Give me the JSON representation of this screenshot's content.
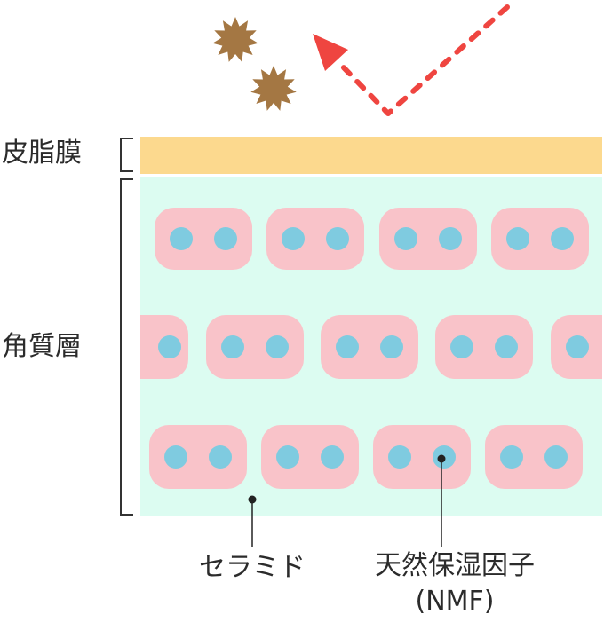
{
  "labels": {
    "sebum_film": "皮脂膜",
    "stratum_corneum": "角質層",
    "ceramide": "セラミド",
    "nmf_line1": "天然保湿因子",
    "nmf_line2": "(NMF)"
  },
  "colors": {
    "sebum": "#fcd98e",
    "corneum": "#dcfcf1",
    "cell": "#f9c3c9",
    "nmf_dot": "#7fcbe0",
    "particle": "#a47743",
    "arrow": "#ef4540",
    "bracket": "#333333",
    "pointer": "#222222"
  },
  "icons": {
    "particle": "dust-particle-icon",
    "arrow": "deflected-arrow-icon"
  }
}
